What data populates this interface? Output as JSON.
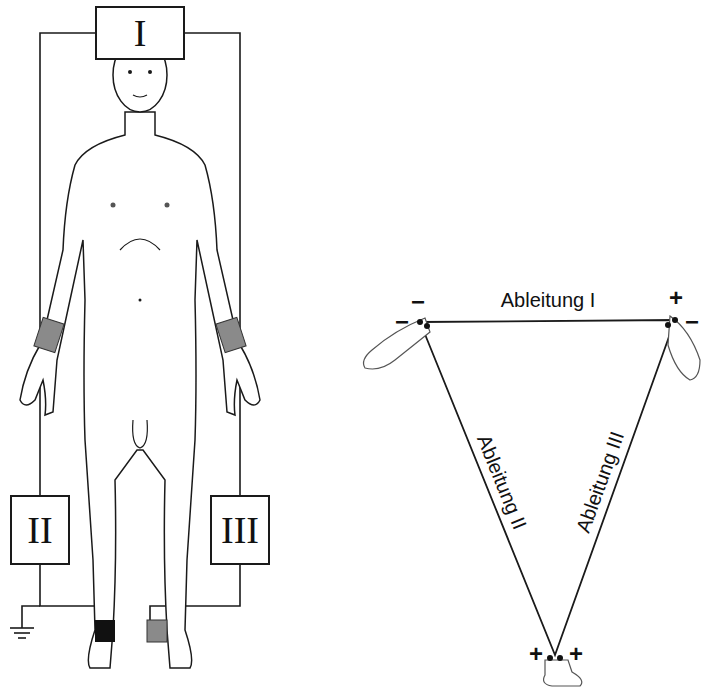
{
  "diagram": {
    "nodes": [
      {
        "text": [
          "I"
        ]
      },
      {
        "text": [
          "II"
        ]
      },
      {
        "text": [
          "III"
        ]
      }
    ],
    "labels": [
      "Ableitung I",
      "Ableitung II",
      "Ableitung III",
      "−",
      "−",
      "+",
      "−",
      "+",
      "+"
    ]
  }
}
